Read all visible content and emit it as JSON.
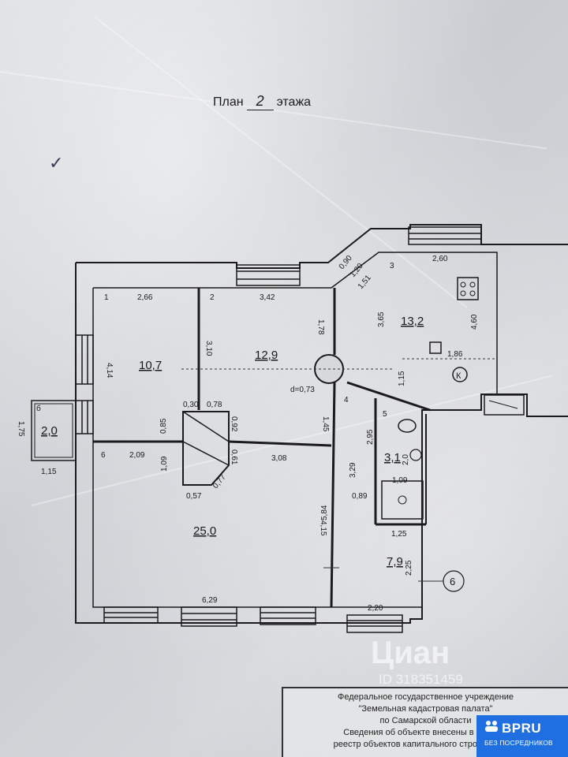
{
  "title": {
    "prefix": "План",
    "floor": "2",
    "suffix": "этажа"
  },
  "mark": "✓",
  "rooms": [
    {
      "number": "1",
      "area": "10,7"
    },
    {
      "number": "2",
      "area": "12,9"
    },
    {
      "number": "3",
      "area": "13,2"
    },
    {
      "number": "4",
      "area": "7,9"
    },
    {
      "number": "5",
      "area": "3,1"
    },
    {
      "number": "6",
      "area": "25,0"
    },
    {
      "number": "б",
      "area": "2,0"
    }
  ],
  "dimensions": {
    "r1_width": "2,66",
    "r1_height": "4,14",
    "r2_width": "3,42",
    "r2_height": "3,10",
    "r2_side": "1,78",
    "r3_a": "0,90",
    "r3_b": "1,20",
    "r3_c": "1,51",
    "r3_width": "2,60",
    "r3_h1": "3,65",
    "r3_h2": "4,60",
    "r3_d": "1,86",
    "r3_e": "1,15",
    "column": "d=0,73",
    "shaft_a": "0,30",
    "shaft_b": "0,78",
    "shaft_c": "0,85",
    "shaft_d": "0,92",
    "shaft_e": "1,09",
    "shaft_f": "0,61",
    "shaft_g": "0,57",
    "shaft_h": "0,77",
    "r6_a": "2,09",
    "r6_b": "3,08",
    "r6_h": "4,15",
    "r6_width": "6,29",
    "corr_a": "1,45",
    "corr_b": "5,84",
    "r5_a": "2,95",
    "r5_b": "3,29",
    "r5_c": "2,0",
    "r5_d": "1,09",
    "r5_e": "0,89",
    "r4_a": "1,25",
    "r4_h": "2,25",
    "r4_width": "2,20",
    "balc_h": "1,75",
    "balc_w": "1,15"
  },
  "markers": {
    "kitchen": "К",
    "axis": "6"
  },
  "stamp": [
    "Федеральное государственное учреждение",
    "\"Земельная кадастровая палата\"",
    "по Самарской области",
    "Сведения об объекте внесены в Единый",
    "реестр объектов капитального строительства"
  ],
  "watermark": {
    "brand": "Циан",
    "id": "ID 318351459"
  },
  "badge": {
    "logo": "BPRU",
    "subtitle": "БЕЗ ПОСРЕДНИКОВ",
    "color": "#1f6fe0"
  }
}
